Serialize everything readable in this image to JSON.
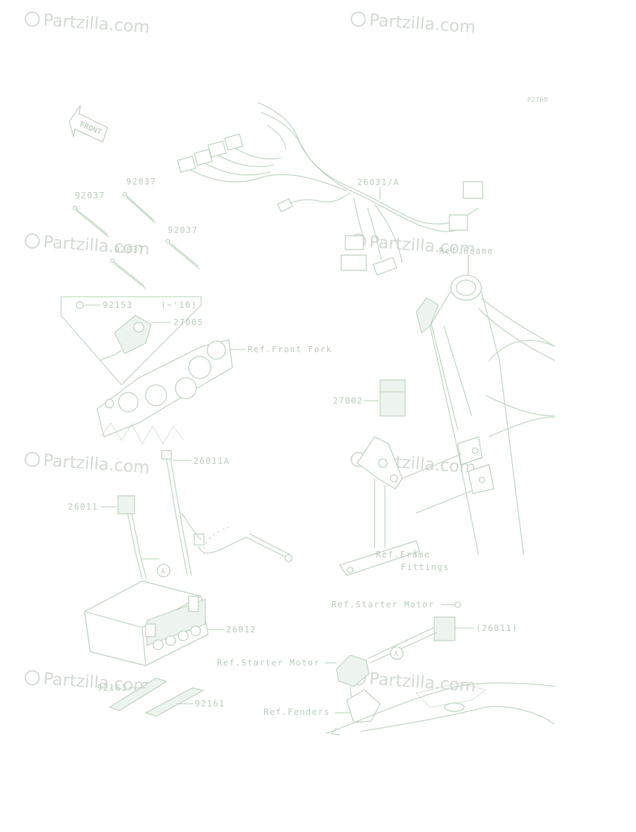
{
  "diagram": {
    "figure_code": "F2760",
    "front_arrow_label": "FRONT",
    "watermark": "Partzilla.com",
    "labels": {
      "p26031": "26031/A",
      "p92037_a": "92037",
      "p92037_b": "92037",
      "p92037_c": "92037",
      "p92037_d": "92037",
      "p92153": "92153",
      "p92153_note": "(~'10)",
      "p27005": "27005",
      "ref_front_fork": "Ref.Front Fork",
      "ref_frame": "Ref.Frame",
      "p27002": "27002",
      "p26011A": "26011A",
      "p26011": "26011",
      "p26012": "26012",
      "ref_frame_fittings_1": "Ref.Frame",
      "ref_frame_fittings_2": "Fittings",
      "ref_starter_motor_1": "Ref.Starter Motor",
      "p26011_paren": "(26011)",
      "ref_starter_motor_2": "Ref.Starter Motor",
      "p92161_a": "92161",
      "p92161_b": "92161",
      "ref_fenders": "Ref.Fenders",
      "callout_a": "A"
    }
  }
}
